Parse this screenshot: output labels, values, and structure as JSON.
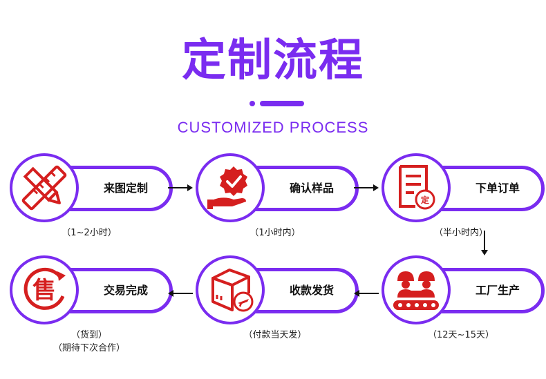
{
  "header": {
    "title": "定制流程",
    "subtitle": "CUSTOMIZED PROCESS"
  },
  "colors": {
    "accent": "#7a2cf0",
    "icon": "#d51f1f"
  },
  "steps": [
    {
      "label": "来图定制",
      "note": "（1~2小时）",
      "icon": "pencil-ruler-icon"
    },
    {
      "label": "确认样品",
      "note": "（1小时内）",
      "icon": "hand-checkmark-badge-icon"
    },
    {
      "label": "下单订单",
      "note": "（半小时内）",
      "icon": "order-document-stamp-icon"
    },
    {
      "label": "工厂生产",
      "note": "（12天~15天）",
      "icon": "factory-workers-conveyor-icon"
    },
    {
      "label": "收款发货",
      "note": "（付款当天发）",
      "icon": "shipping-box-airplane-icon"
    },
    {
      "label": "交易完成",
      "note": "（货到）",
      "note2": "（期待下次合作）",
      "icon": "sale-circle-icon"
    }
  ]
}
